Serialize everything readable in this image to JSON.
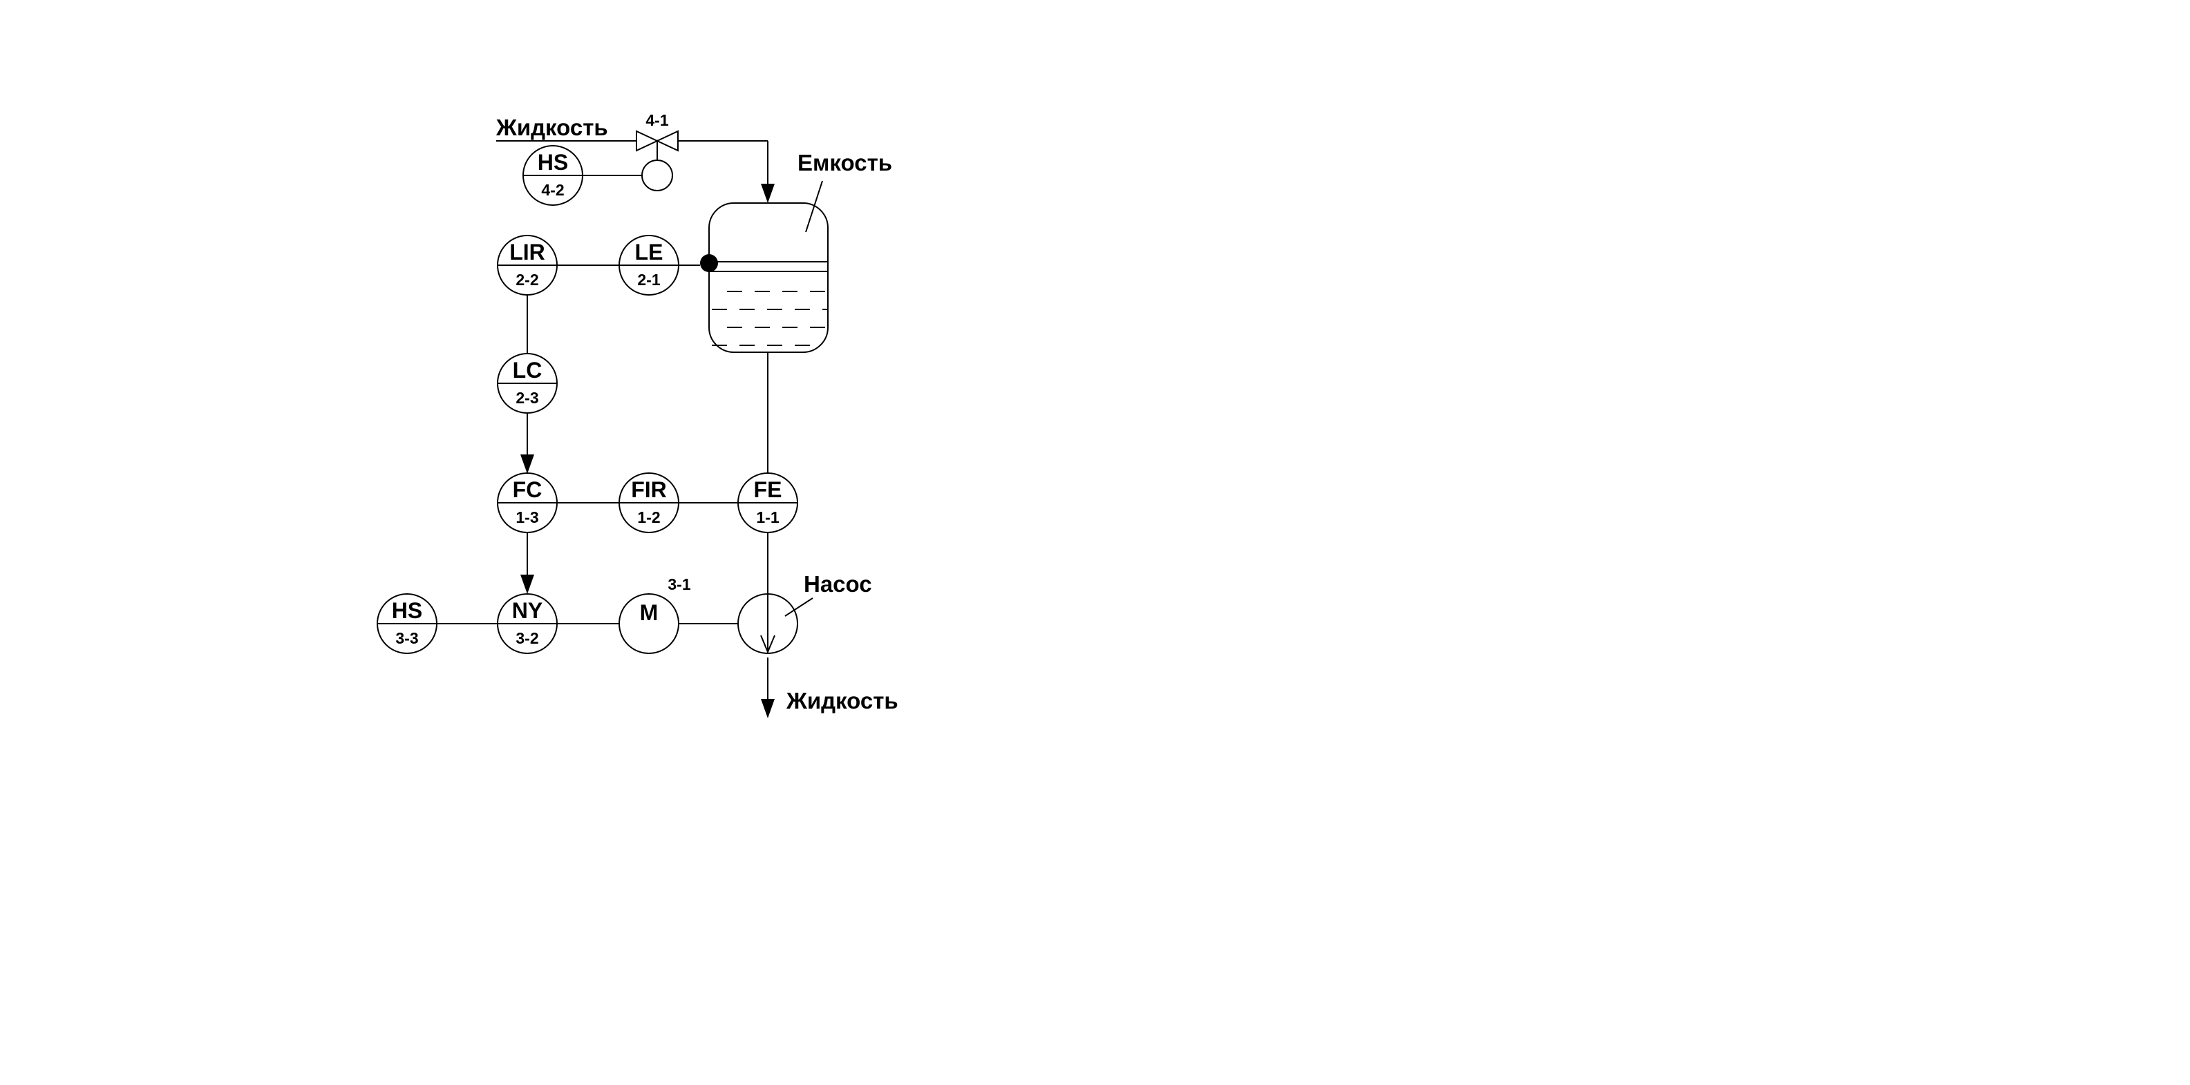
{
  "labels": {
    "liquid_in": "Жидкость",
    "liquid_out": "Жидкость",
    "tank": "Емкость",
    "pump": "Насос"
  },
  "valve": {
    "tag": "4-1"
  },
  "motor": {
    "tag": "3-1",
    "code": "M"
  },
  "instruments": [
    {
      "id": "hs-4-2",
      "code": "HS",
      "number": "4-2"
    },
    {
      "id": "lir-2-2",
      "code": "LIR",
      "number": "2-2"
    },
    {
      "id": "le-2-1",
      "code": "LE",
      "number": "2-1"
    },
    {
      "id": "lc-2-3",
      "code": "LC",
      "number": "2-3"
    },
    {
      "id": "fc-1-3",
      "code": "FC",
      "number": "1-3"
    },
    {
      "id": "fir-1-2",
      "code": "FIR",
      "number": "1-2"
    },
    {
      "id": "fe-1-1",
      "code": "FE",
      "number": "1-1"
    },
    {
      "id": "hs-3-3",
      "code": "HS",
      "number": "3-3"
    },
    {
      "id": "ny-3-2",
      "code": "NY",
      "number": "3-2"
    }
  ]
}
